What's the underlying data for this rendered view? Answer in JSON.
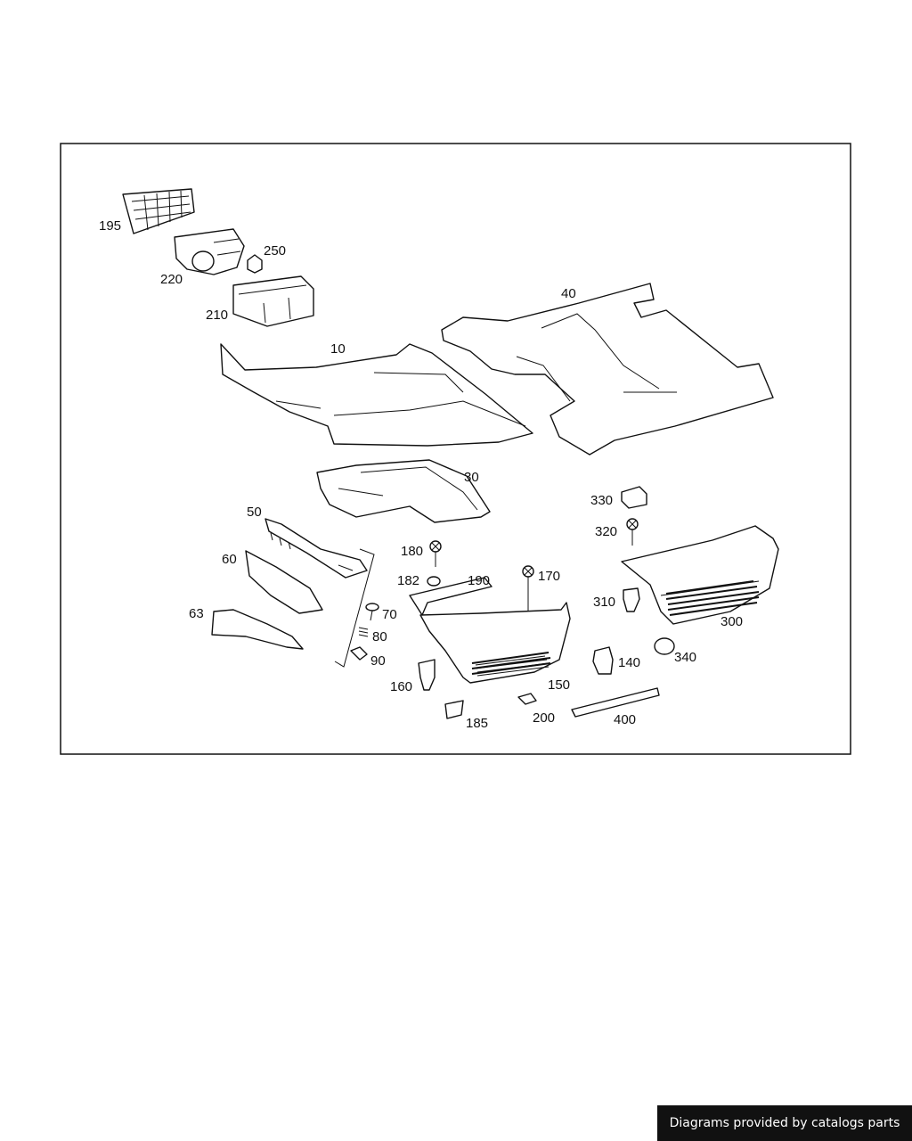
{
  "diagram": {
    "callouts": {
      "p195": "195",
      "p220": "220",
      "p250": "250",
      "p210": "210",
      "p10": "10",
      "p40": "40",
      "p30": "30",
      "p50": "50",
      "p60": "60",
      "p63": "63",
      "p70": "70",
      "p80": "80",
      "p90": "90",
      "p180": "180",
      "p182": "182",
      "p190": "190",
      "p170": "170",
      "p160": "160",
      "p185": "185",
      "p150": "150",
      "p200": "200",
      "p140": "140",
      "p400": "400",
      "p340": "340",
      "p330": "330",
      "p320": "320",
      "p310": "310",
      "p300": "300"
    }
  },
  "footer": {
    "credit": "Diagrams provided by catalogs parts"
  },
  "colors": {
    "line": "#111111",
    "background": "#ffffff",
    "footer_bg": "#111111",
    "footer_text": "#ffffff"
  }
}
